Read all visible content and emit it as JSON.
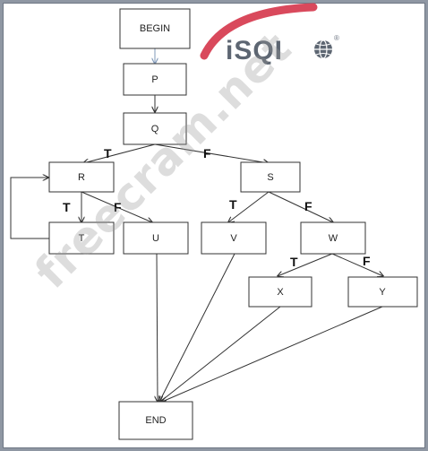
{
  "logo": {
    "text": "iSQI",
    "registered": "®"
  },
  "watermark": "freecram.net",
  "nodes": {
    "begin": "BEGIN",
    "p": "P",
    "q": "Q",
    "r": "R",
    "s": "S",
    "t": "T",
    "u": "U",
    "v": "V",
    "w": "W",
    "x": "X",
    "y": "Y",
    "end": "END"
  },
  "edge_labels": {
    "q_r": "T",
    "q_s": "F",
    "r_t": "T",
    "r_u": "F",
    "s_v": "T",
    "s_w": "F",
    "w_x": "T",
    "w_y": "F"
  },
  "colors": {
    "logo_arc": "#d9495c",
    "begin_arrow": "#7f98b8",
    "frame": "#8f97a3"
  }
}
